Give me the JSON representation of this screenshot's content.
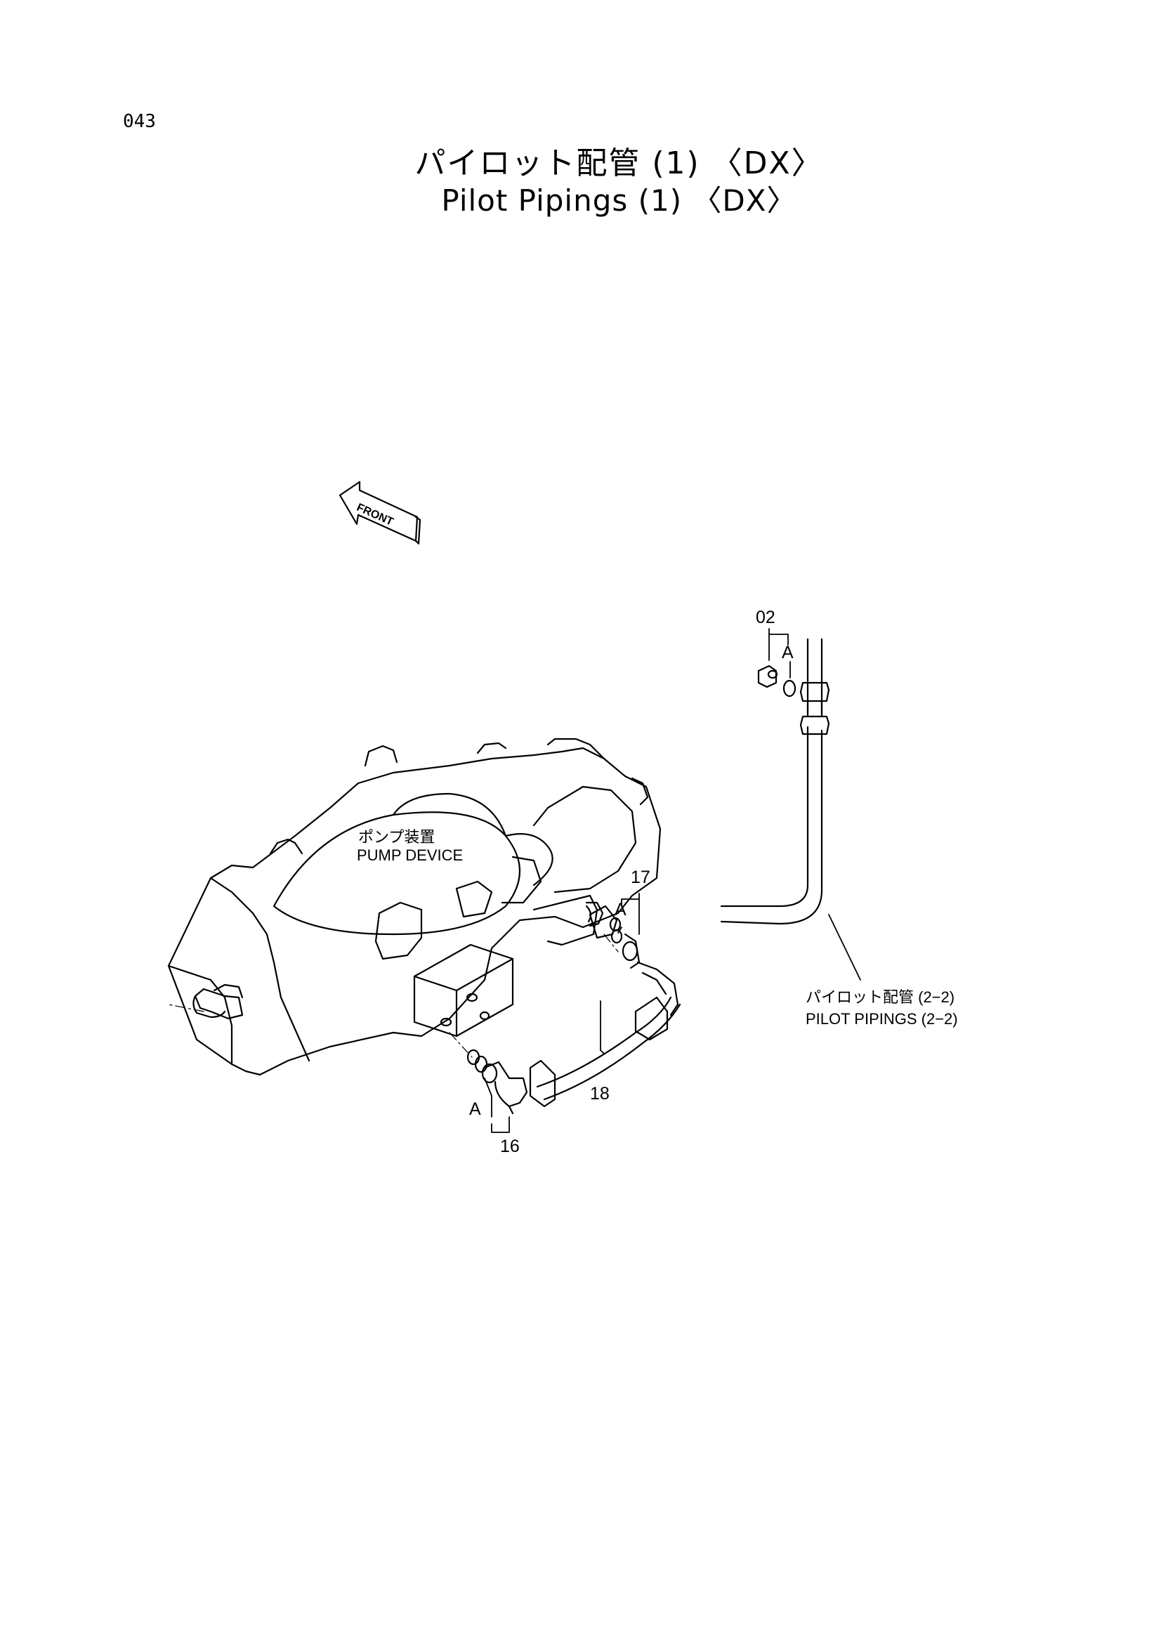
{
  "page": {
    "number": "043"
  },
  "title": {
    "japanese": "パイロット配管 (1) 〈DX〉",
    "english": "Pilot Pipings (1) 〈DX〉"
  },
  "direction_marker": {
    "text": "FRONT",
    "icon": "front-arrow-icon"
  },
  "assemblies": {
    "pump_device": {
      "japanese": "ポンプ装置",
      "english": "PUMP DEVICE"
    },
    "pilot_pipings_2_2": {
      "japanese": "パイロット配管 (2−2)",
      "english": "PILOT PIPINGS (2−2)"
    }
  },
  "part_callouts": {
    "part_02": "02",
    "part_17": "17",
    "part_18": "18",
    "part_16": "16",
    "sub_a_02": "A",
    "sub_a_17": "A",
    "sub_a_16": "A"
  }
}
